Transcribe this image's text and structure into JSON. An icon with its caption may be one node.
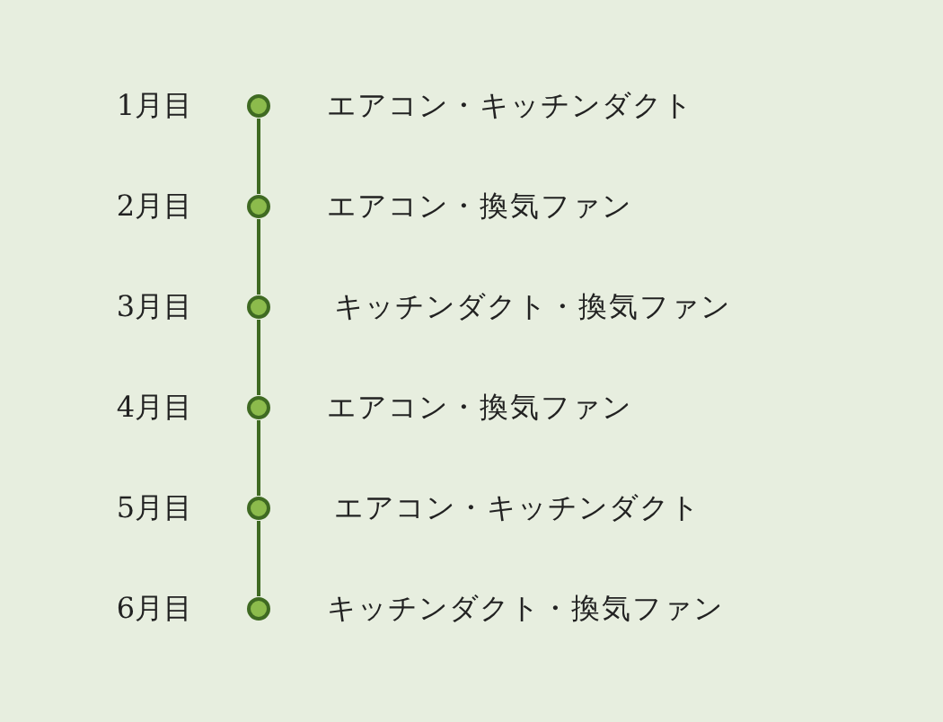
{
  "diagram": {
    "nodes": [
      {
        "text": [],
        "shape": "circle",
        "beside": [
          "1月目",
          "エアコン・キッチンダクト"
        ]
      },
      {
        "text": [],
        "shape": "circle",
        "beside": [
          "2月目",
          "エアコン・換気ファン"
        ]
      },
      {
        "text": [],
        "shape": "circle",
        "beside": [
          "3月目",
          "キッチンダクト・換気ファン"
        ]
      },
      {
        "text": [],
        "shape": "circle",
        "beside": [
          "4月目",
          "エアコン・換気ファン"
        ]
      },
      {
        "text": [],
        "shape": "circle",
        "beside": [
          "5月目",
          "エアコン・キッチンダクト"
        ]
      },
      {
        "text": [],
        "shape": "circle",
        "beside": [
          "6月目",
          "キッチンダクト・換気ファン"
        ]
      }
    ],
    "edges": [
      {
        "from": 0,
        "to": 1,
        "arrow": "none"
      },
      {
        "from": 1,
        "to": 2,
        "arrow": "none"
      },
      {
        "from": 2,
        "to": 3,
        "arrow": "none"
      },
      {
        "from": 3,
        "to": 4,
        "arrow": "none"
      },
      {
        "from": 4,
        "to": 5,
        "arrow": "none"
      }
    ]
  }
}
